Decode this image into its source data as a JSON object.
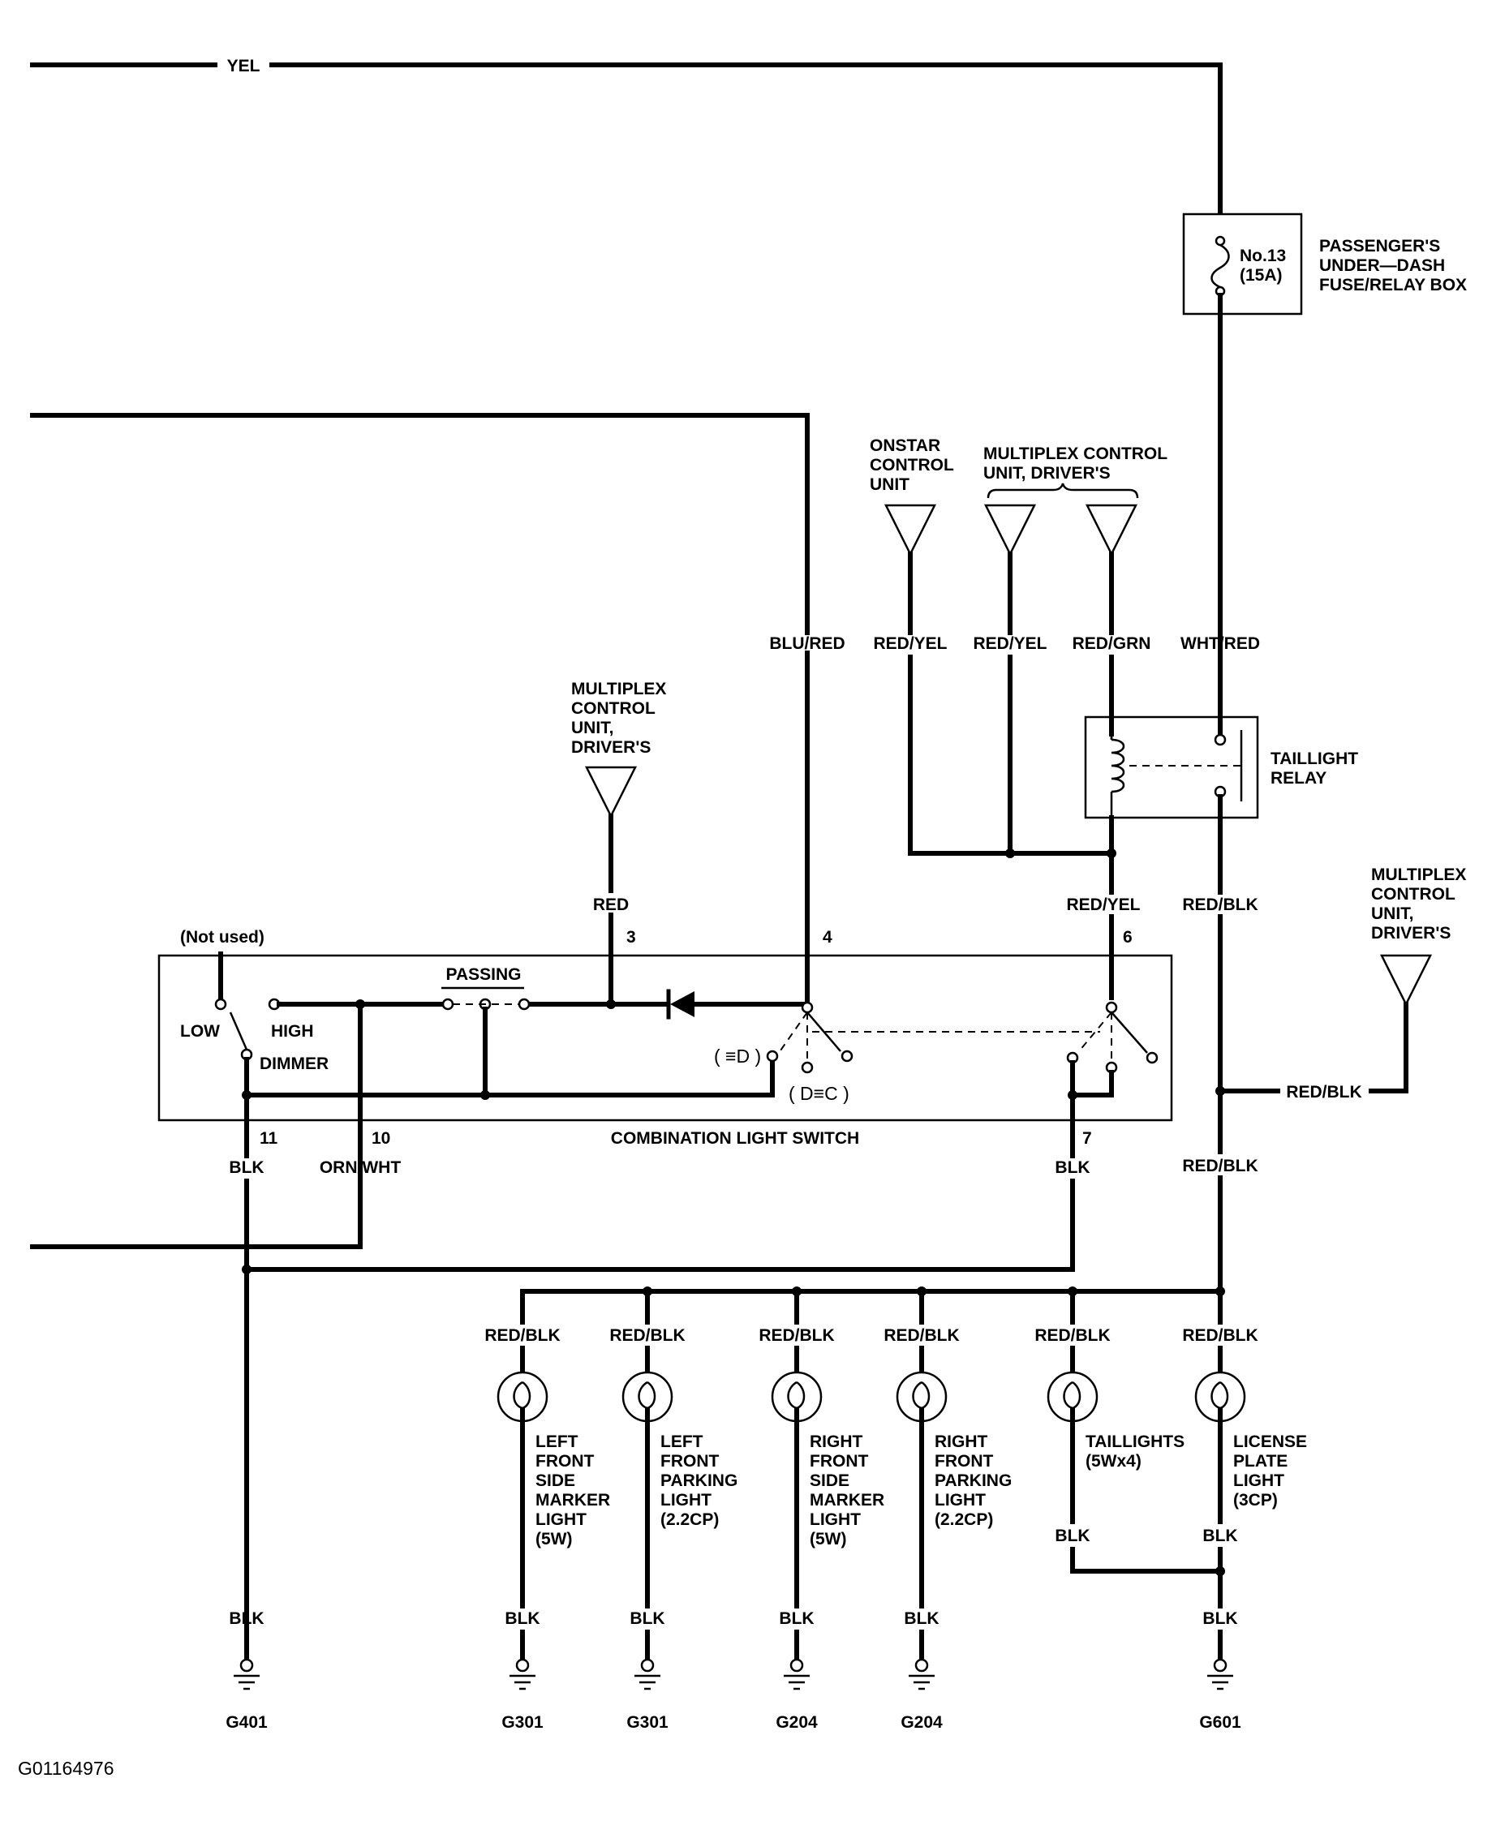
{
  "wires": {
    "top": "YEL",
    "fuse_feed": "WHT/RED",
    "relay_out": "RED/BLK",
    "relay_out_branch": "RED/BLK",
    "relay_out_lower": "RED/BLK",
    "blu_red": "BLU/RED",
    "onstar": "RED/YEL",
    "mcu_a": "RED/YEL",
    "mcu_b": "RED/GRN",
    "relay_coil_low": "RED/YEL",
    "mcu_switch": "RED",
    "pin11": "BLK",
    "pin10": "ORN/WHT",
    "pin7": "BLK",
    "lamp_feed": "RED/BLK",
    "ground": "BLK"
  },
  "fuse": {
    "number": "No.13",
    "rating": "(15A)",
    "box_label": [
      "PASSENGER'S",
      "UNDER—DASH",
      "FUSE/RELAY BOX"
    ]
  },
  "relay": {
    "label": [
      "TAILLIGHT",
      "RELAY"
    ]
  },
  "units": {
    "onstar": [
      "ONSTAR",
      "CONTROL",
      "UNIT"
    ],
    "mcu_top": [
      "MULTIPLEX CONTROL",
      "UNIT, DRIVER'S"
    ],
    "mcu_switch": [
      "MULTIPLEX",
      "CONTROL",
      "UNIT,",
      "DRIVER'S"
    ],
    "mcu_right": [
      "MULTIPLEX",
      "CONTROL",
      "UNIT,",
      "DRIVER'S"
    ]
  },
  "switch": {
    "title": "COMBINATION LIGHT SWITCH",
    "passing": "PASSING",
    "not_used": "(Not used)",
    "low": "LOW",
    "high": "HIGH",
    "dimmer": "DIMMER",
    "pins": {
      "p3": "3",
      "p4": "4",
      "p6": "6",
      "p7": "7",
      "p10": "10",
      "p11": "11"
    }
  },
  "lamps": [
    {
      "wire": "RED/BLK",
      "label": [
        "LEFT",
        "FRONT",
        "SIDE",
        "MARKER",
        "LIGHT",
        "(5W)"
      ],
      "ground_wire": "BLK",
      "ground": "G301"
    },
    {
      "wire": "RED/BLK",
      "label": [
        "LEFT",
        "FRONT",
        "PARKING",
        "LIGHT",
        "(2.2CP)"
      ],
      "ground_wire": "BLK",
      "ground": "G301"
    },
    {
      "wire": "RED/BLK",
      "label": [
        "RIGHT",
        "FRONT",
        "SIDE",
        "MARKER",
        "LIGHT",
        "(5W)"
      ],
      "ground_wire": "BLK",
      "ground": "G204"
    },
    {
      "wire": "RED/BLK",
      "label": [
        "RIGHT",
        "FRONT",
        "PARKING",
        "LIGHT",
        "(2.2CP)"
      ],
      "ground_wire": "BLK",
      "ground": "G204"
    },
    {
      "wire": "RED/BLK",
      "label": [
        "TAILLIGHTS",
        "(5Wx4)"
      ],
      "ground_wire": "BLK"
    },
    {
      "wire": "RED/BLK",
      "label": [
        "LICENSE",
        "PLATE",
        "LIGHT",
        "(3CP)"
      ],
      "ground_wire": "BLK",
      "ground": "G601"
    }
  ],
  "tail_blk": "BLK",
  "g401": {
    "wire": "BLK",
    "ground": "G401"
  },
  "figure_id": "G01164976"
}
